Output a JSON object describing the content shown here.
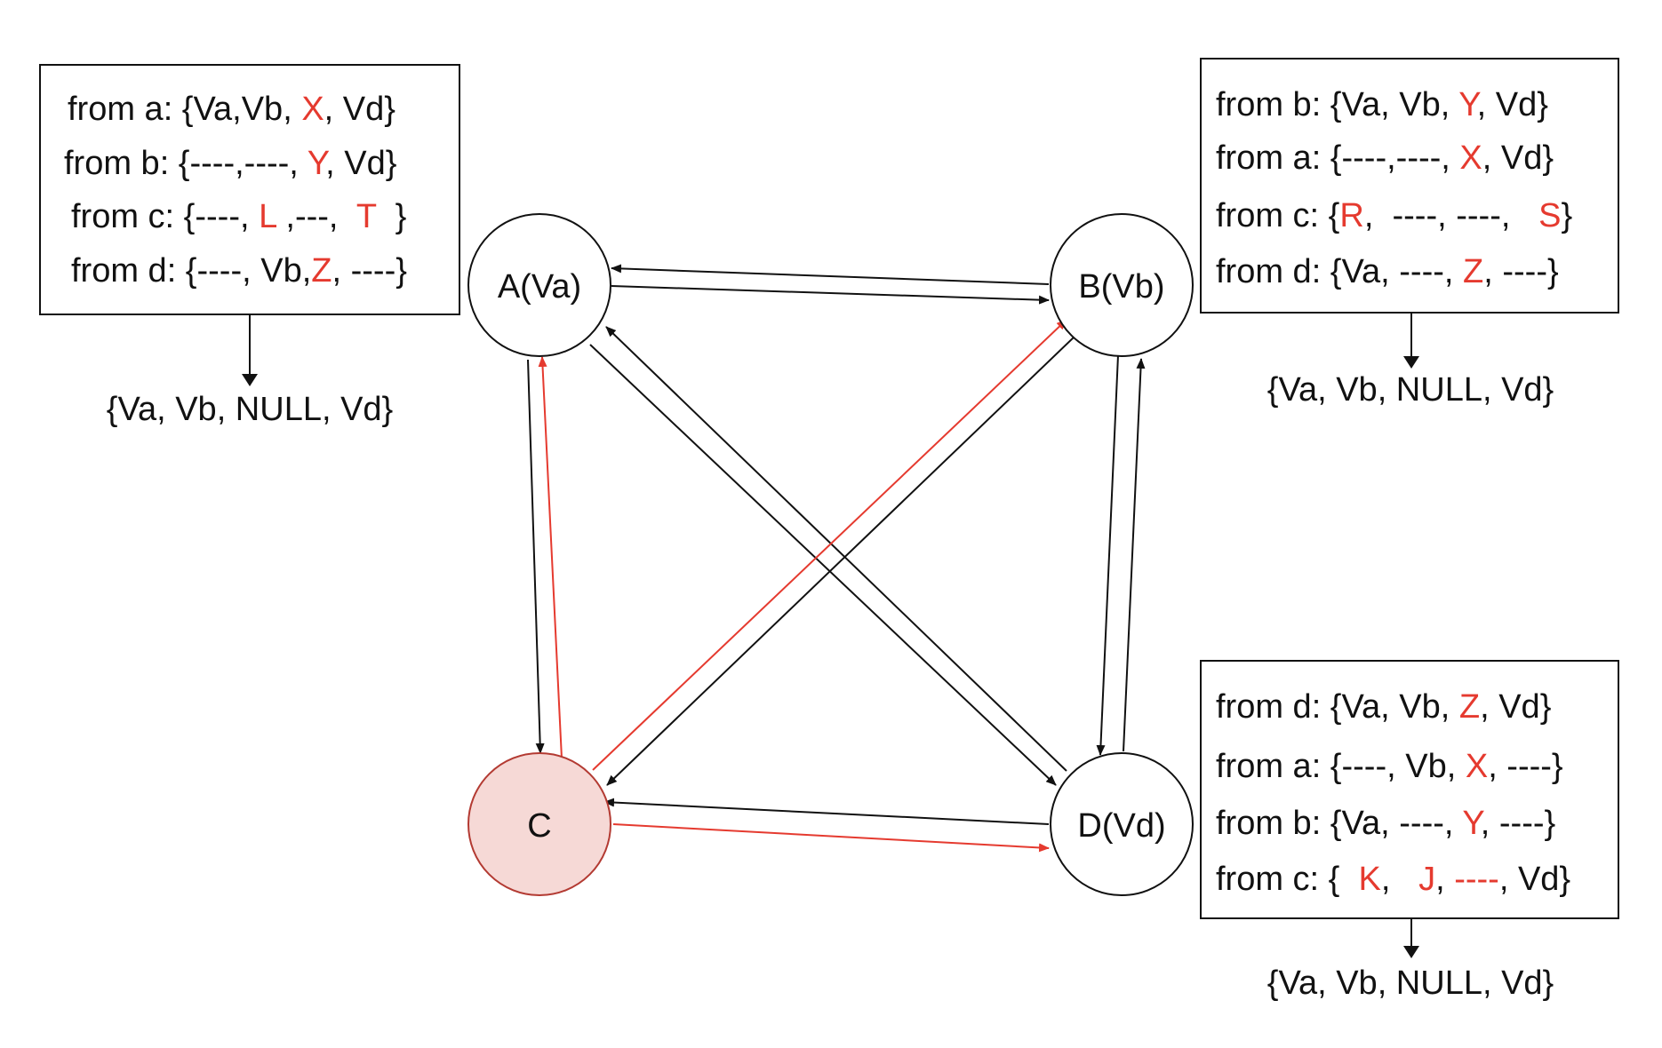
{
  "nodes": {
    "a": "A(Va)",
    "b": "B(Vb)",
    "c": "C",
    "d": "D(Vd)"
  },
  "colors": {
    "faulty_fill": "#f6d9d6",
    "faulty_stroke": "#b33a32",
    "highlight": "#e53a2f"
  },
  "box_a": {
    "rows": [
      [
        {
          "t": "from a: {Va,Vb, ",
          "red": false
        },
        {
          "t": "X",
          "red": true
        },
        {
          "t": ", Vd}",
          "red": false
        }
      ],
      [
        {
          "t": "from b: {----,----, ",
          "red": false
        },
        {
          "t": "Y",
          "red": true
        },
        {
          "t": ", Vd}",
          "red": false
        }
      ],
      [
        {
          "t": "from c: {----, ",
          "red": false
        },
        {
          "t": "L",
          "red": true
        },
        {
          "t": " ,---,  ",
          "red": false
        },
        {
          "t": "T",
          "red": true
        },
        {
          "t": "  }",
          "red": false
        }
      ],
      [
        {
          "t": "from d: {----, Vb,",
          "red": false
        },
        {
          "t": "Z",
          "red": true
        },
        {
          "t": ", ----}",
          "red": false
        }
      ]
    ],
    "result": "{Va, Vb, NULL, Vd}"
  },
  "box_b": {
    "rows": [
      [
        {
          "t": "from b: {Va, Vb, ",
          "red": false
        },
        {
          "t": "Y",
          "red": true
        },
        {
          "t": ", Vd}",
          "red": false
        }
      ],
      [
        {
          "t": "from a: {----,----, ",
          "red": false
        },
        {
          "t": "X",
          "red": true
        },
        {
          "t": ", Vd}",
          "red": false
        }
      ],
      [
        {
          "t": "from c: {",
          "red": false
        },
        {
          "t": "R",
          "red": true
        },
        {
          "t": ",  ----, ----,   ",
          "red": false
        },
        {
          "t": "S",
          "red": true
        },
        {
          "t": "}",
          "red": false
        }
      ],
      [
        {
          "t": "from d: {Va, ----, ",
          "red": false
        },
        {
          "t": "Z",
          "red": true
        },
        {
          "t": ", ----}",
          "red": false
        }
      ]
    ],
    "result": "{Va, Vb, NULL, Vd}"
  },
  "box_d": {
    "rows": [
      [
        {
          "t": "from d: {Va, Vb, ",
          "red": false
        },
        {
          "t": "Z",
          "red": true
        },
        {
          "t": ", Vd}",
          "red": false
        }
      ],
      [
        {
          "t": "from a: {----, Vb, ",
          "red": false
        },
        {
          "t": "X",
          "red": true
        },
        {
          "t": ", ----}",
          "red": false
        }
      ],
      [
        {
          "t": "from b: {Va, ----, ",
          "red": false
        },
        {
          "t": "Y",
          "red": true
        },
        {
          "t": ", ----}",
          "red": false
        }
      ],
      [
        {
          "t": "from c: {  ",
          "red": false
        },
        {
          "t": "K",
          "red": true
        },
        {
          "t": ",   ",
          "red": false
        },
        {
          "t": "J",
          "red": true
        },
        {
          "t": ", ",
          "red": false
        },
        {
          "t": "----",
          "red": true
        },
        {
          "t": ", Vd}",
          "red": false
        }
      ]
    ],
    "result": "{Va, Vb, NULL, Vd}"
  }
}
